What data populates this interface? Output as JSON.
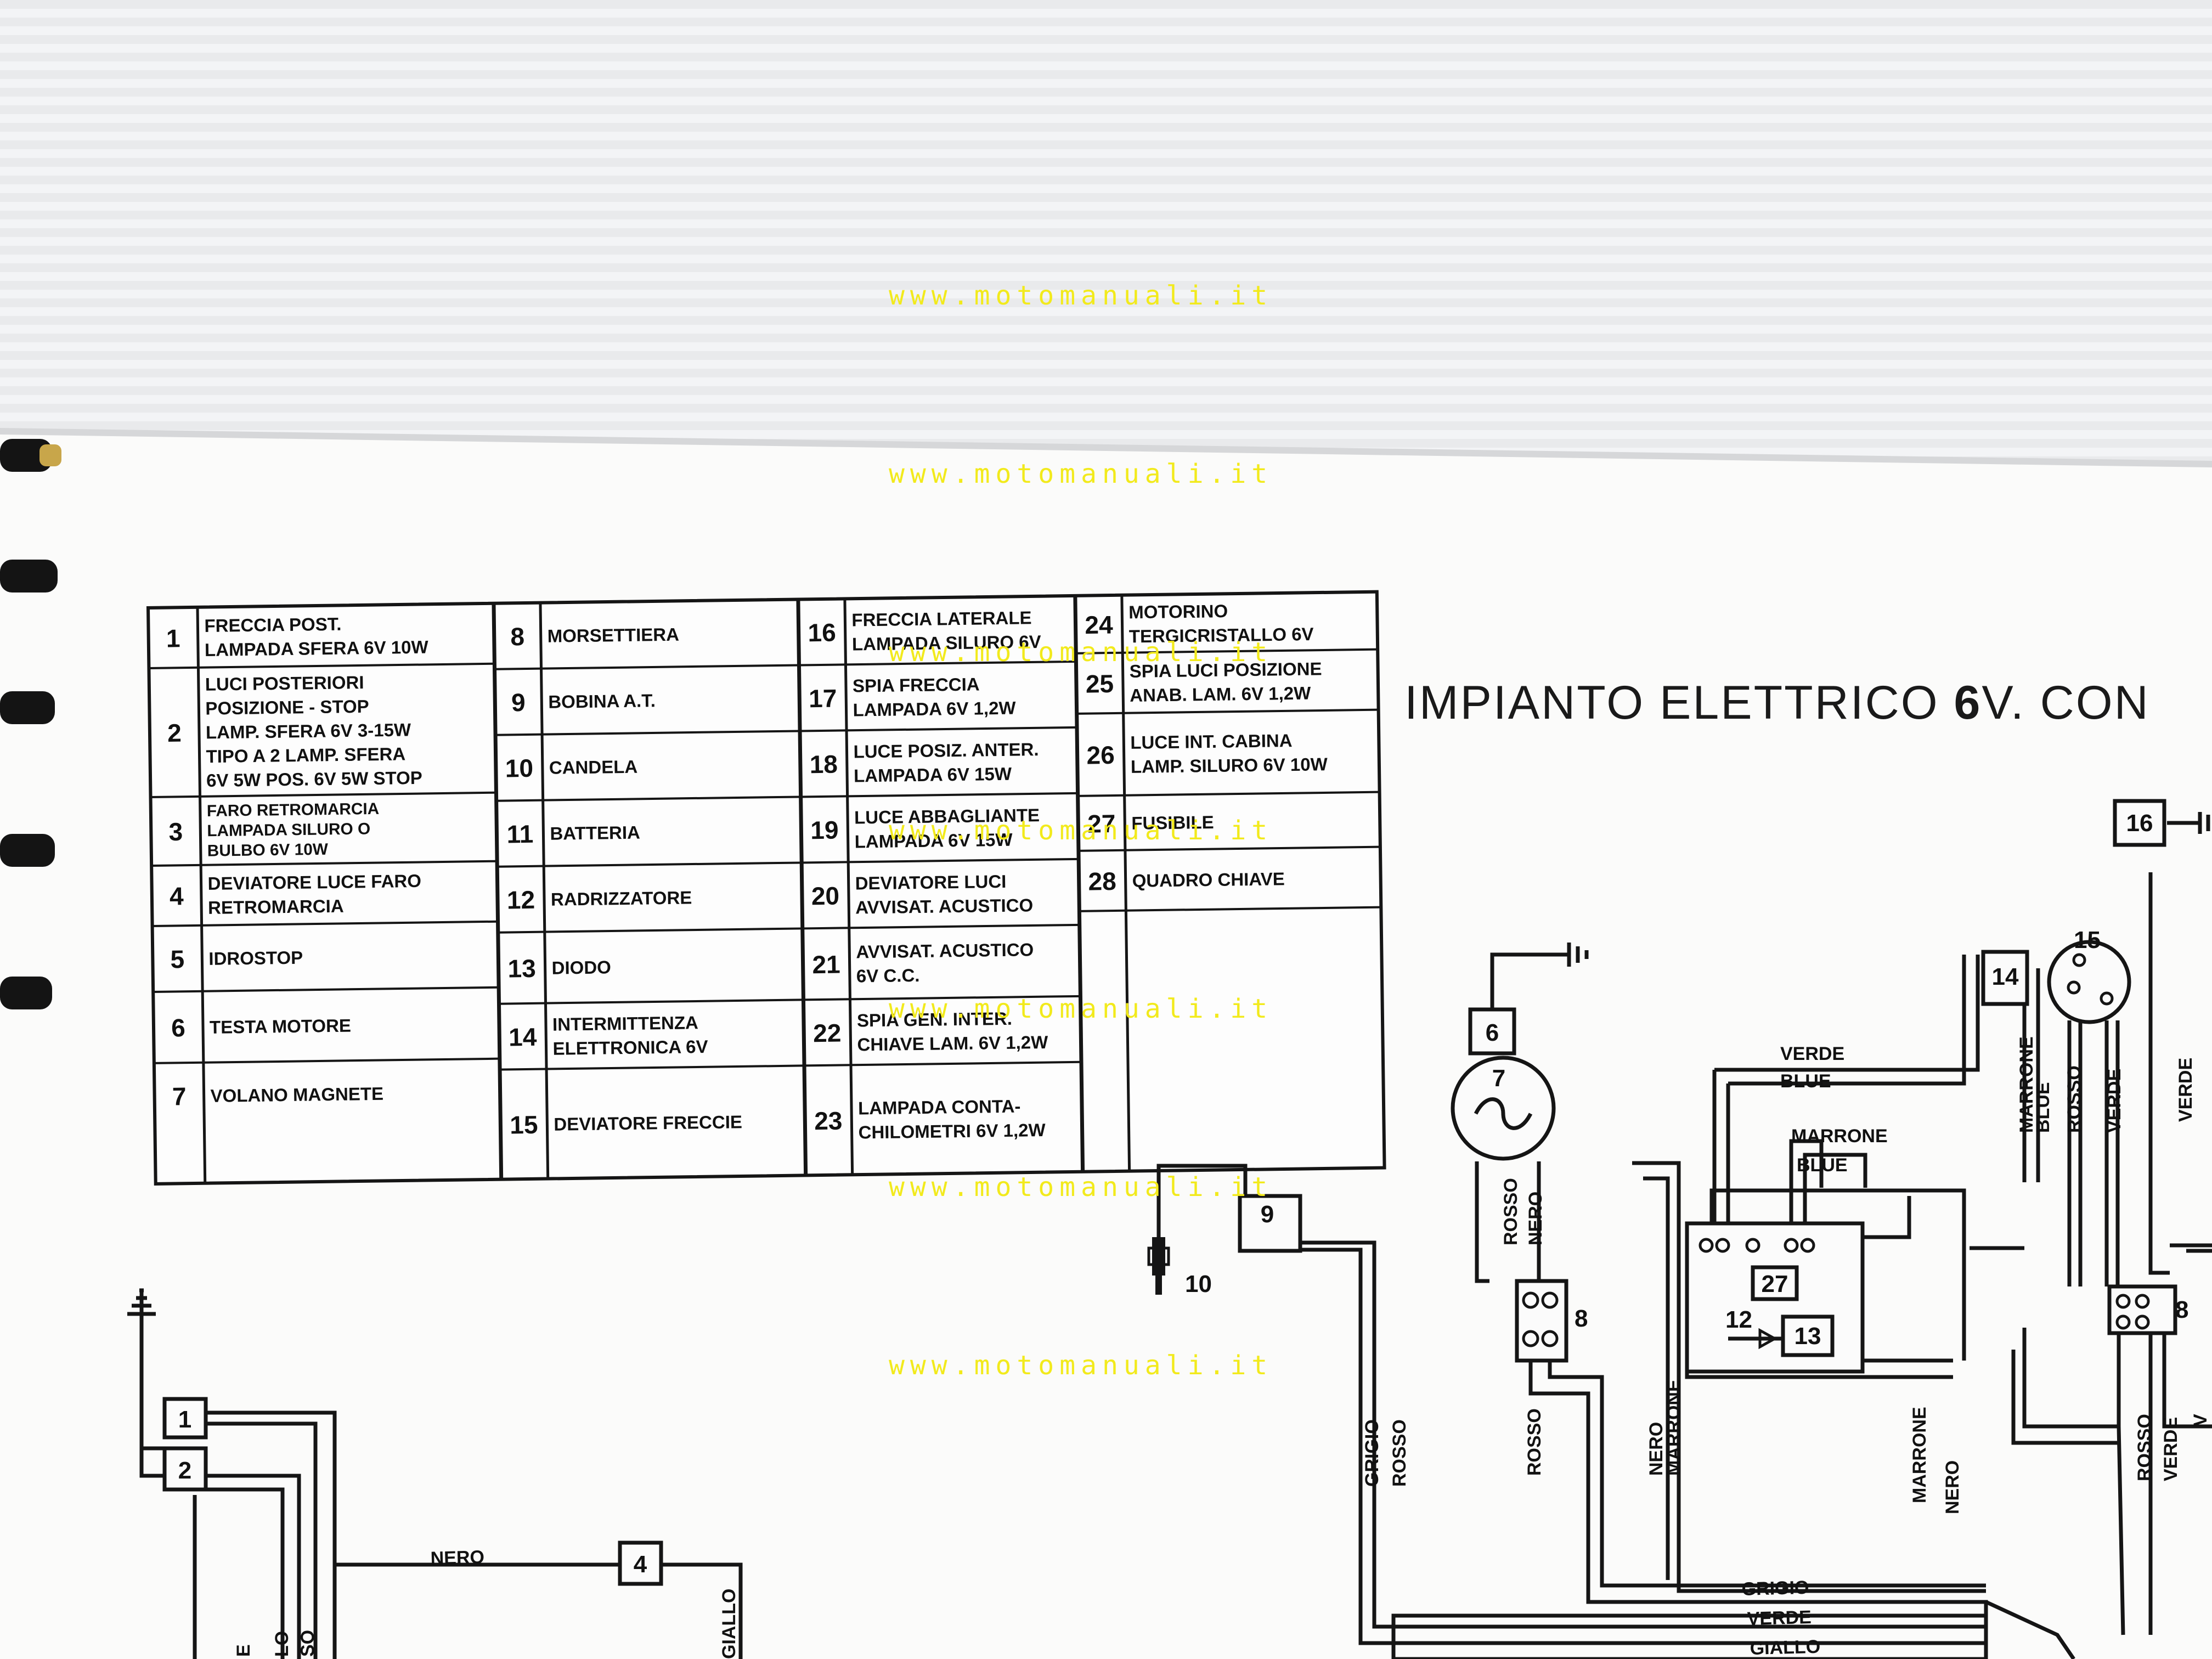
{
  "diagram": {
    "title": {
      "prefix": "IMPIANTO  ELETTRICO ",
      "bold": "6",
      "suffix": "V. CON"
    },
    "watermark": "www.motomanuali.it",
    "legend": [
      {
        "num": "1",
        "lines": [
          "FRECCIA POST.",
          "LAMPADA SFERA 6V 10W"
        ]
      },
      {
        "num": "2",
        "lines": [
          "LUCI POSTERIORI",
          "POSIZIONE - STOP",
          "LAMP. SFERA 6V 3-15W",
          "TIPO A 2 LAMP. SFERA",
          "6V 5W POS. 6V 5W STOP"
        ]
      },
      {
        "num": "3",
        "lines": [
          "FARO RETROMARCIA",
          "LAMPADA SILURO O",
          "BULBO 6V 10W"
        ]
      },
      {
        "num": "4",
        "lines": [
          "DEVIATORE LUCE FARO",
          "RETROMARCIA"
        ]
      },
      {
        "num": "5",
        "lines": [
          "IDROSTOP"
        ]
      },
      {
        "num": "6",
        "lines": [
          "TESTA MOTORE"
        ]
      },
      {
        "num": "7",
        "lines": [
          "VOLANO MAGNETE"
        ]
      },
      {
        "num": "8",
        "lines": [
          "MORSETTIERA"
        ]
      },
      {
        "num": "9",
        "lines": [
          "BOBINA A.T."
        ]
      },
      {
        "num": "10",
        "lines": [
          "CANDELA"
        ]
      },
      {
        "num": "11",
        "lines": [
          "BATTERIA"
        ]
      },
      {
        "num": "12",
        "lines": [
          "RADRIZZATORE"
        ]
      },
      {
        "num": "13",
        "lines": [
          "DIODO"
        ]
      },
      {
        "num": "14",
        "lines": [
          "INTERMITTENZA",
          "ELETTRONICA 6V"
        ]
      },
      {
        "num": "15",
        "lines": [
          "DEVIATORE FRECCIE"
        ]
      },
      {
        "num": "16",
        "lines": [
          "FRECCIA LATERALE",
          "LAMPADA SILURO 6V"
        ]
      },
      {
        "num": "17",
        "lines": [
          "SPIA FRECCIA",
          "LAMPADA 6V 1,2W"
        ]
      },
      {
        "num": "18",
        "lines": [
          "LUCE POSIZ. ANTER.",
          "LAMPADA 6V 15W"
        ]
      },
      {
        "num": "19",
        "lines": [
          "LUCE ABBAGLIANTE",
          "LAMPADA 6V 15W"
        ]
      },
      {
        "num": "20",
        "lines": [
          "DEVIATORE LUCI",
          "AVVISAT. ACUSTICO"
        ]
      },
      {
        "num": "21",
        "lines": [
          "AVVISAT. ACUSTICO",
          "6V C.C."
        ]
      },
      {
        "num": "22",
        "lines": [
          "SPIA GEN. INTER.",
          "CHIAVE LAM. 6V 1,2W"
        ]
      },
      {
        "num": "23",
        "lines": [
          "LAMPADA CONTA-",
          "CHILOMETRI 6V 1,2W"
        ]
      },
      {
        "num": "24",
        "lines": [
          "MOTORINO",
          "TERGICRISTALLO 6V"
        ]
      },
      {
        "num": "25",
        "lines": [
          "SPIA LUCI POSIZIONE",
          "ANAB. LAM. 6V 1,2W"
        ]
      },
      {
        "num": "26",
        "lines": [
          "LUCE INT. CABINA",
          "LAMP. SILURO 6V 10W"
        ]
      },
      {
        "num": "27",
        "lines": [
          "FUSIBILE"
        ]
      },
      {
        "num": "28",
        "lines": [
          "QUADRO CHIAVE"
        ]
      }
    ],
    "component_labels": {
      "c1": "1",
      "c2": "2",
      "c4": "4",
      "c6": "6",
      "c7": "7",
      "c8a": "8",
      "c8b": "8",
      "c9": "9",
      "c10": "10",
      "c12": "12",
      "c13": "13",
      "c14": "14",
      "c15": "15",
      "c16": "16",
      "c27": "27"
    },
    "wire_labels": {
      "verde_top": "VERDE",
      "blue_top": "BLUE",
      "marrone_mid": "MARRONE",
      "blue_mid": "BLUE",
      "rosso_v1": "ROSSO",
      "nero_v1": "NERO",
      "rosso_v2": "ROSSO",
      "grigio_v": "GRIGIO",
      "rosso_v3": "ROSSO",
      "nero_v2": "NERO",
      "marrone_v2": "MARRONE",
      "marrone_v3": "MARRONE",
      "nero_v3": "NERO",
      "marrone_v4": "MARRONE",
      "blue_v4": "BLUE",
      "rosso_v4": "ROSSO",
      "verde_v4": "VERDE",
      "verde_v5": "VERDE",
      "rosso_v6": "ROSSO",
      "verde_v6": "VERDE",
      "v_cut": "V",
      "nero_h": "NERO",
      "giallo_v": "GIALLO",
      "grigio_b": "GRIGIO",
      "verde_b": "VERDE",
      "giallo_b": "GIALLO",
      "lo_cut": "LO",
      "so_cut": "SO",
      "e_cut": "E"
    }
  }
}
